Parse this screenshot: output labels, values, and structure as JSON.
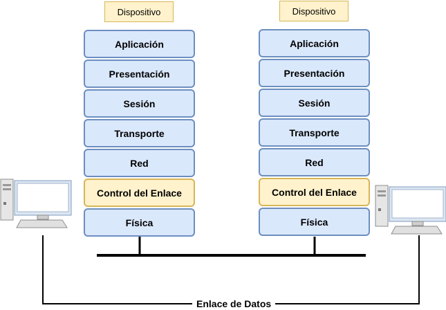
{
  "devices": [
    {
      "label": "Dispositivo",
      "layers": [
        "Aplicación",
        "Presentación",
        "Sesión",
        "Transporte",
        "Red",
        "Control del Enlace",
        "Física"
      ]
    },
    {
      "label": "Dispositivo",
      "layers": [
        "Aplicación",
        "Presentación",
        "Sesión",
        "Transporte",
        "Red",
        "Control del Enlace",
        "Física"
      ]
    }
  ],
  "link_label": "Enlace de Datos",
  "computers": [
    "computer-icon",
    "computer-icon"
  ],
  "colors": {
    "layer_fill": "#dae8fc",
    "layer_border": "#6c8ebf",
    "highlight_fill": "#fff2cc",
    "highlight_border": "#d6b656",
    "line": "#000000"
  }
}
